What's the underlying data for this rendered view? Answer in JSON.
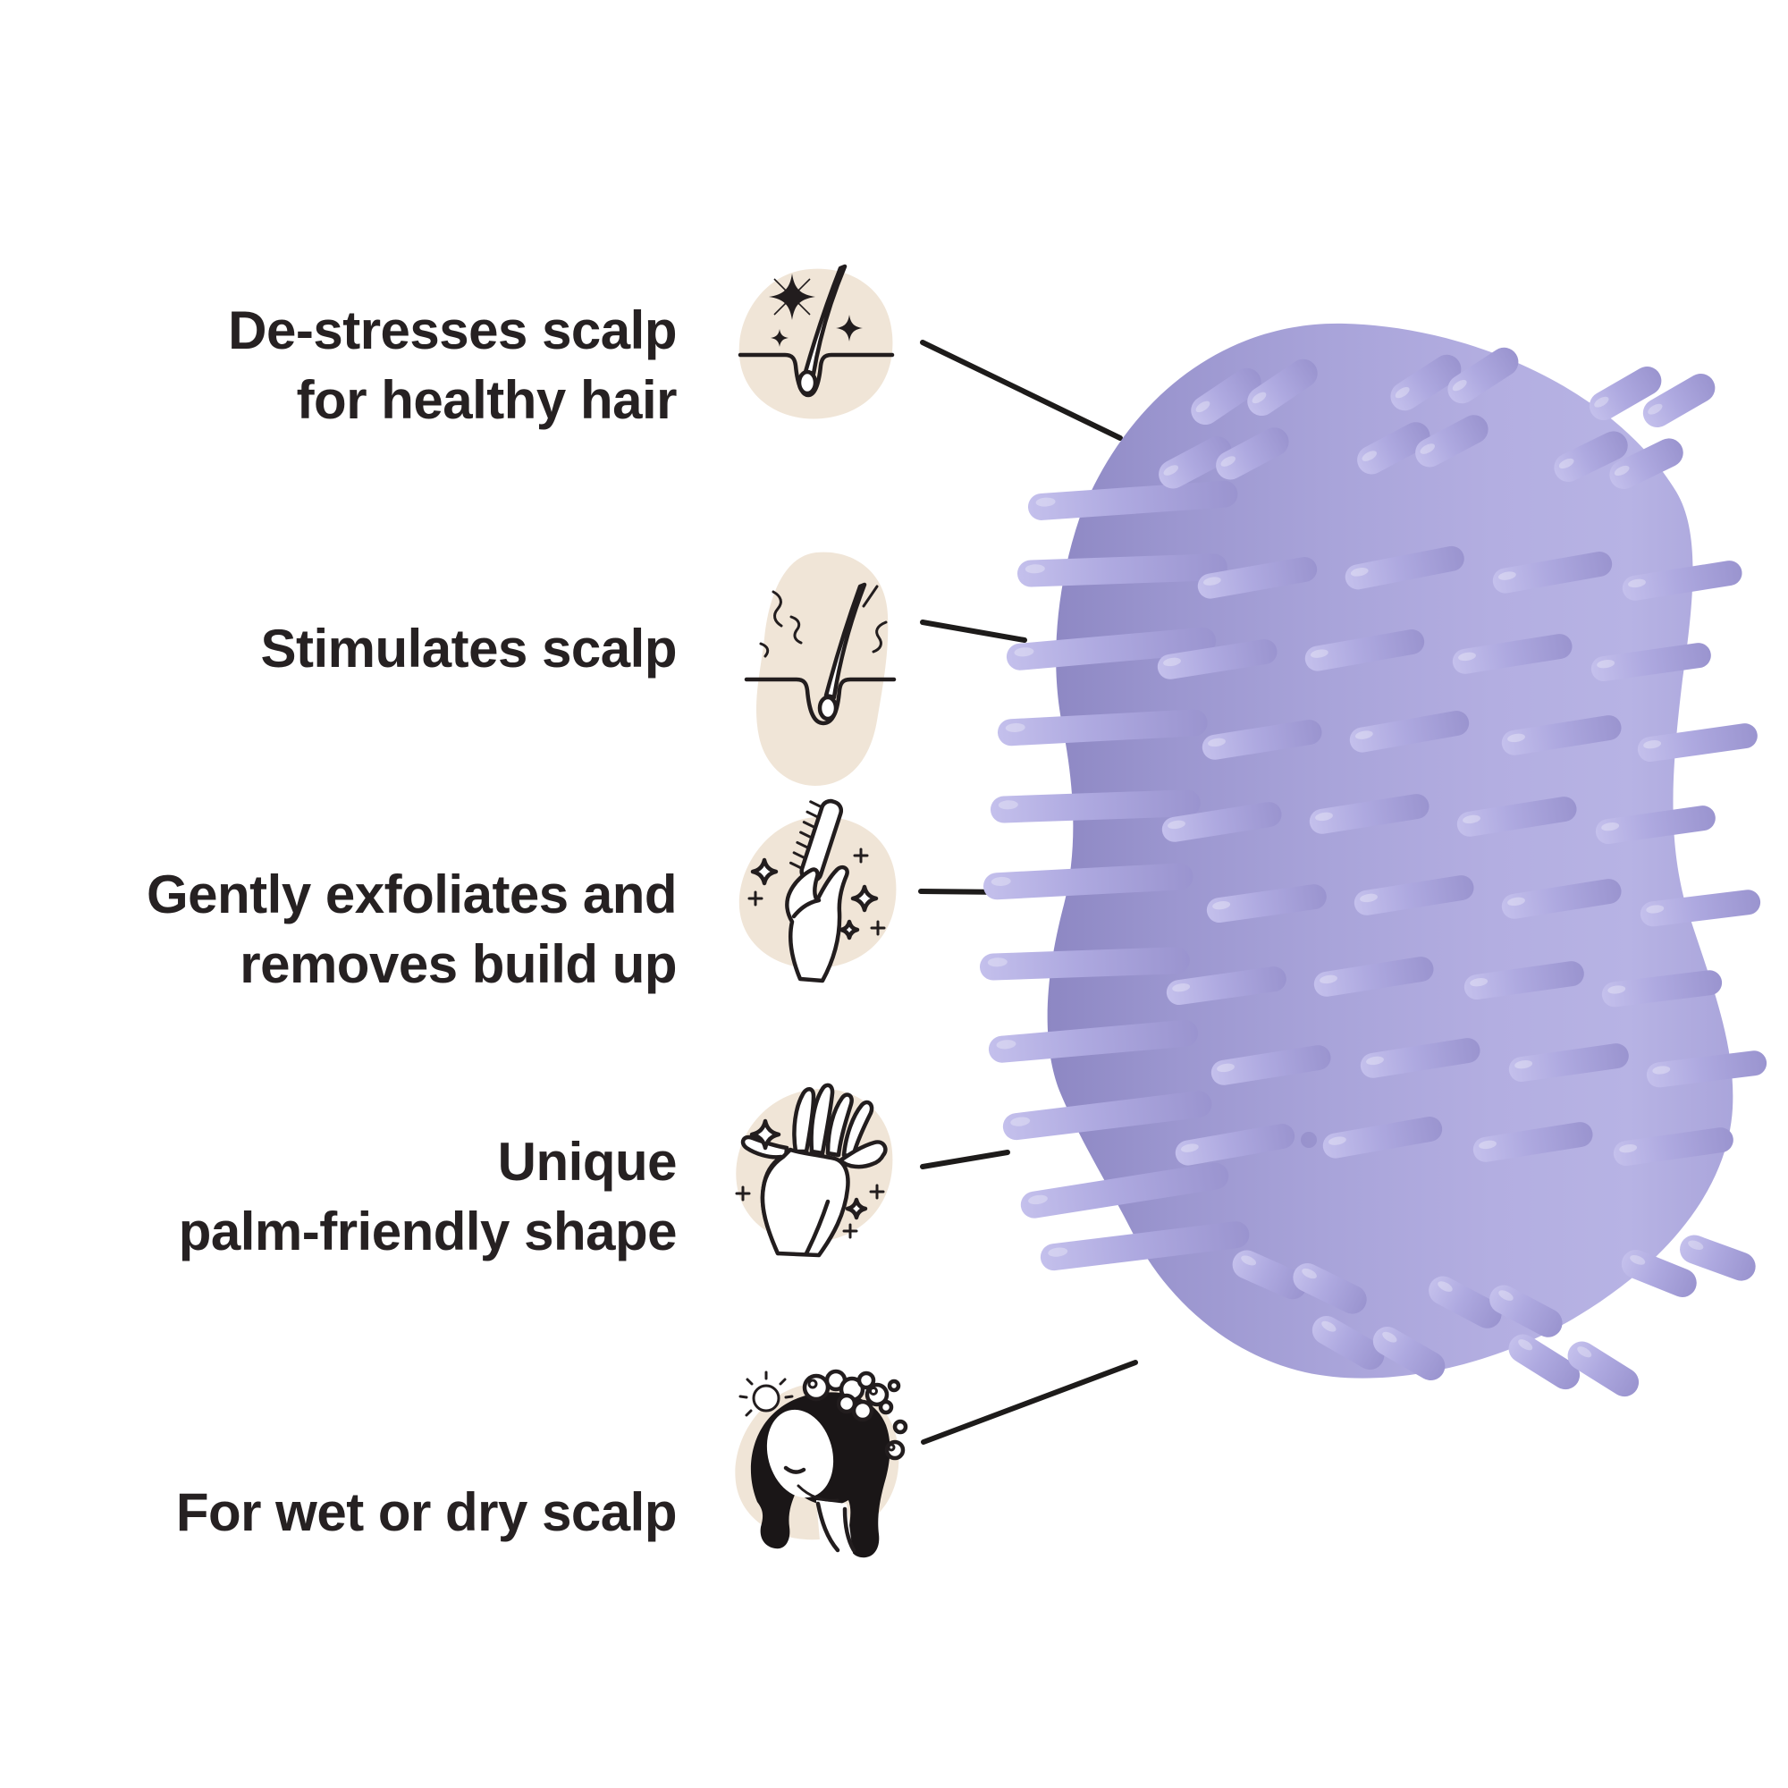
{
  "page": {
    "background_color": "#ffffff"
  },
  "product": {
    "kind": "scalp massager brush illustration",
    "body_color": "#a8a3d9",
    "body_shadow_color": "#8d87c3",
    "body_highlight_color": "#b7b3e4",
    "bristle_color": "#aea9e0"
  },
  "annotation_style": {
    "text_color": "#262122",
    "connector_line_color": "#1d1b1a",
    "icon_blob_color": "#f0e5d7",
    "icon_line_color": "#221d1e"
  },
  "features": [
    {
      "icon": "hair-follicle-sparkles-icon",
      "lines": [
        "De-stresses scalp",
        "for healthy hair"
      ]
    },
    {
      "icon": "hair-follicle-stimulation-icon",
      "lines": [
        "Stimulates scalp"
      ]
    },
    {
      "icon": "hand-holding-comb-icon",
      "lines": [
        "Gently exfoliates and",
        "removes build up"
      ]
    },
    {
      "icon": "palm-hands-icon",
      "lines": [
        "Unique",
        "palm-friendly shape"
      ]
    },
    {
      "icon": "head-with-bubbles-icon",
      "lines": [
        "For wet or dry scalp"
      ]
    }
  ]
}
